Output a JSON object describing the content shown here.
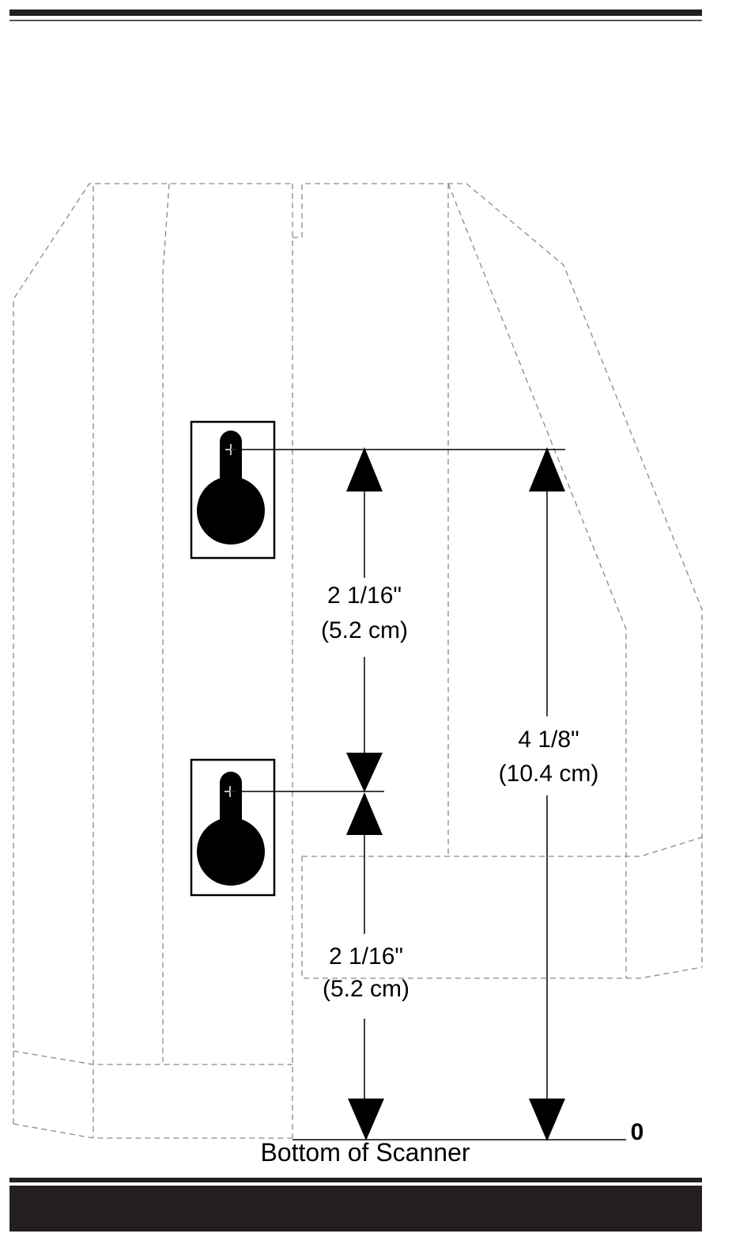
{
  "measurements": {
    "upper_spacing": {
      "imperial": "2 1/16\"",
      "metric": "(5.2 cm)"
    },
    "lower_spacing": {
      "imperial": "2 1/16\"",
      "metric": "(5.2 cm)"
    },
    "total_height": {
      "imperial": "4 1/8\"",
      "metric": "(10.4 cm)"
    }
  },
  "baseline": {
    "zero_label": "0",
    "caption": "Bottom of Scanner"
  },
  "colors": {
    "ink": "#000000",
    "outline": "#8a8a8a",
    "footer_bar": "#231f20"
  }
}
